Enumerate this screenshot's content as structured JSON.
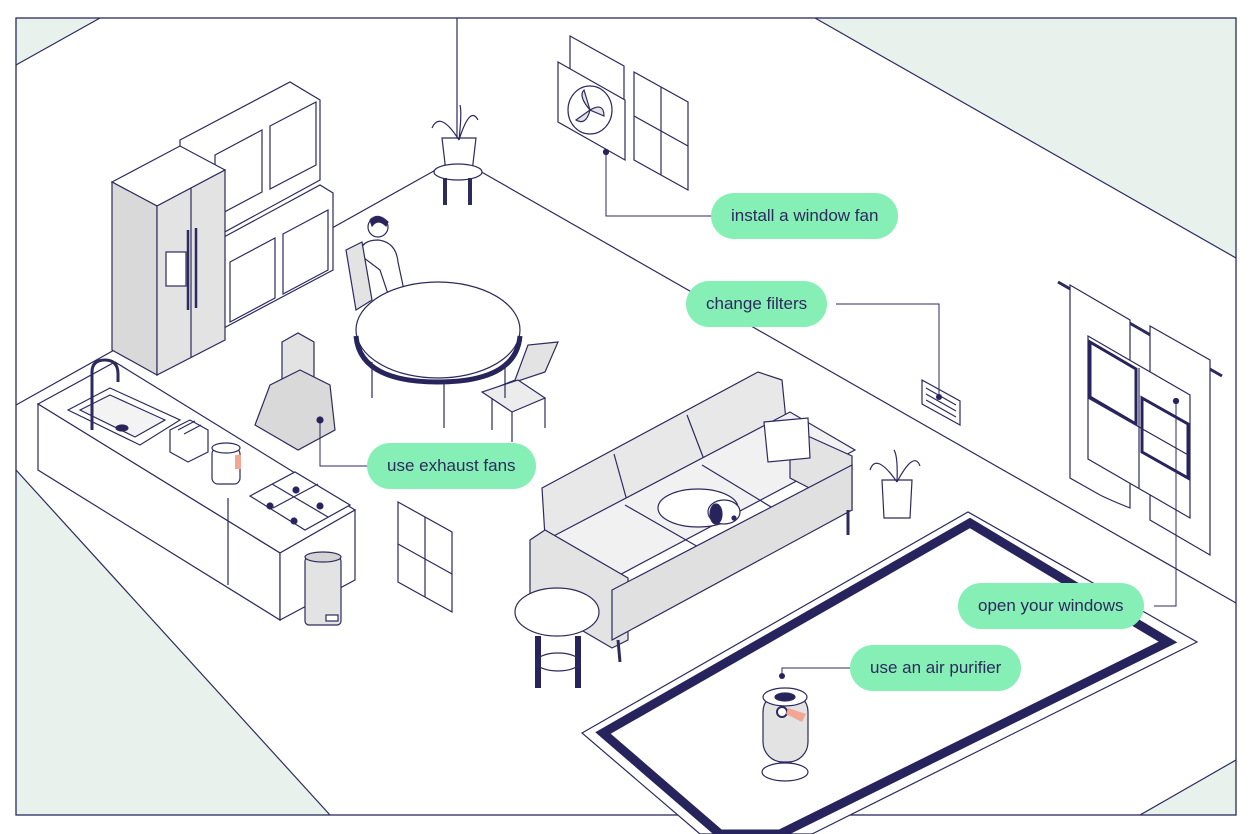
{
  "colors": {
    "ink": "#2d2a5e",
    "accent_navy": "#27235c",
    "label_green": "#86efb6",
    "floor_outside": "#e8f1ec",
    "appliance_gray": "#e3e3e3",
    "highlight_pink": "#f2a693"
  },
  "labels": {
    "window_fan": "install a window fan",
    "filters": "change filters",
    "exhaust_fans": "use exhaust fans",
    "windows": "open your windows",
    "air_purifier": "use an air purifier"
  },
  "icons": [
    "window-fan-icon",
    "air-vent-icon",
    "range-hood-icon",
    "window-icon",
    "air-purifier-icon",
    "refrigerator-icon",
    "sink-icon",
    "toaster-icon",
    "kettle-icon",
    "stove-icon",
    "trash-can-icon",
    "sofa-icon",
    "dog-icon",
    "plant-icon",
    "dining-table-icon",
    "chair-icon",
    "person-icon",
    "rug-icon"
  ]
}
